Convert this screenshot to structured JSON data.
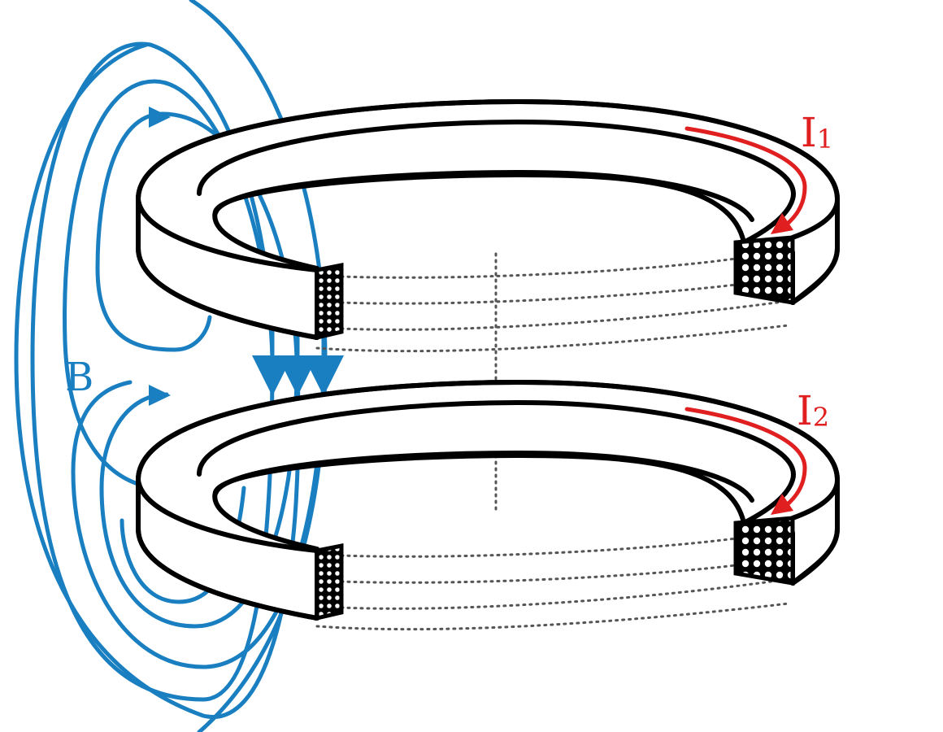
{
  "labels": {
    "field": "B",
    "current_1_letter": "I",
    "current_1_sub": "1",
    "current_2_letter": "I",
    "current_2_sub": "2"
  },
  "colors": {
    "field_lines": "#1a7fc1",
    "current_arrows": "#e02020",
    "coil_outline": "#000000",
    "background": "#ffffff"
  }
}
